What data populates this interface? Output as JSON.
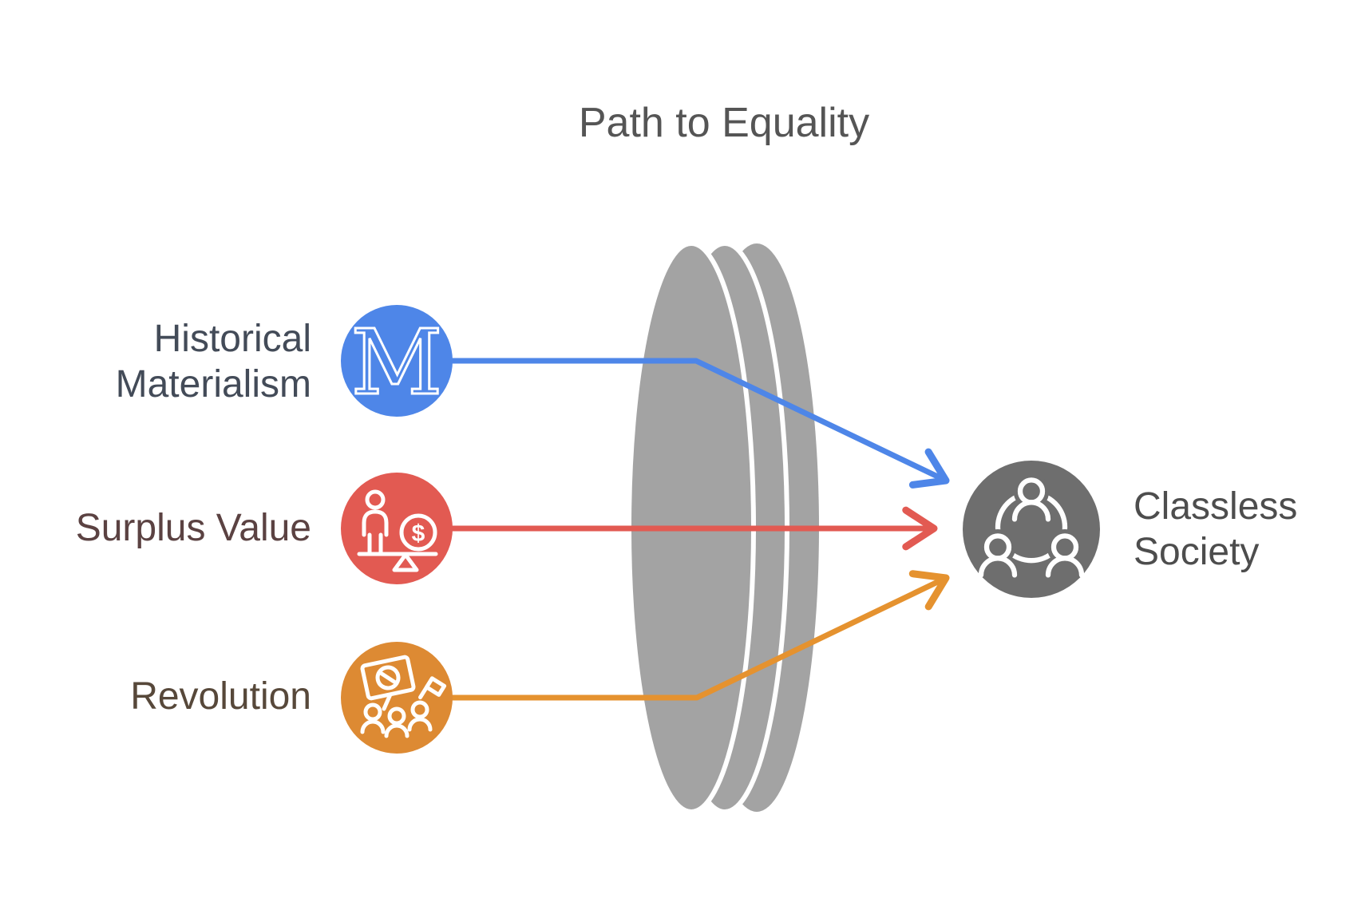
{
  "title": {
    "text": "Path to Equality",
    "color": "#555555"
  },
  "lens": {
    "name": "convergence-lens",
    "color": "#a3a3a3",
    "separator_color": "#ffffff"
  },
  "nodes": {
    "inputs": [
      {
        "label": "Historical Materialism",
        "lines": [
          "Historical",
          "Materialism"
        ],
        "circle_color": "#4e86e8",
        "label_color": "#434b58",
        "arrow_color": "#4e86e8",
        "icon": "marx-m-icon"
      },
      {
        "label": "Surplus Value",
        "lines": [
          "Surplus Value"
        ],
        "circle_color": "#e25a52",
        "label_color": "#5b4242",
        "arrow_color": "#e25a52",
        "icon": "balance-scale-icon"
      },
      {
        "label": "Revolution",
        "lines": [
          "Revolution"
        ],
        "circle_color": "#dd8a33",
        "label_color": "#57483a",
        "arrow_color": "#e5922f",
        "icon": "protest-crowd-icon"
      }
    ],
    "output": {
      "label": "Classless Society",
      "lines": [
        "Classless",
        "Society"
      ],
      "circle_color": "#6e6e6e",
      "label_color": "#4d4d4d",
      "icon": "community-network-icon"
    }
  }
}
